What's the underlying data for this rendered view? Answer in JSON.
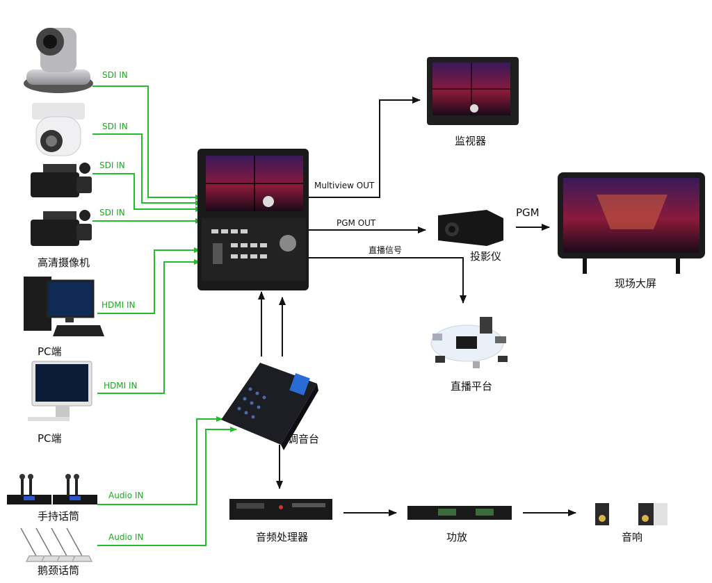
{
  "colors": {
    "signal_green": "#1fbf2a",
    "arrow_black": "#111111",
    "label_green": "#1aaa20"
  },
  "devices": {
    "hd_camera": "高清摄像机",
    "pc1": "PC端",
    "pc2": "PC端",
    "switcher": "",
    "monitor": "监视器",
    "projector": "投影仪",
    "big_screen": "现场大屏",
    "live_platform": "直播平台",
    "mixer": "调音台",
    "handheld_mic": "手持话筒",
    "gooseneck_mic": "鹅颈话筒",
    "audio_processor": "音频处理器",
    "amplifier": "功放",
    "speaker": "音响"
  },
  "signals": {
    "sdi1": "SDI IN",
    "sdi2": "SDI IN",
    "sdi3": "SDI IN",
    "sdi4": "SDI IN",
    "hdmi1": "HDMI IN",
    "hdmi2": "HDMI IN",
    "audio1": "Audio IN",
    "audio2": "Audio IN",
    "multiview_out": "Multiview OUT",
    "pgm_out": "PGM OUT",
    "live_signal": "直播信号",
    "pgm": "PGM"
  }
}
